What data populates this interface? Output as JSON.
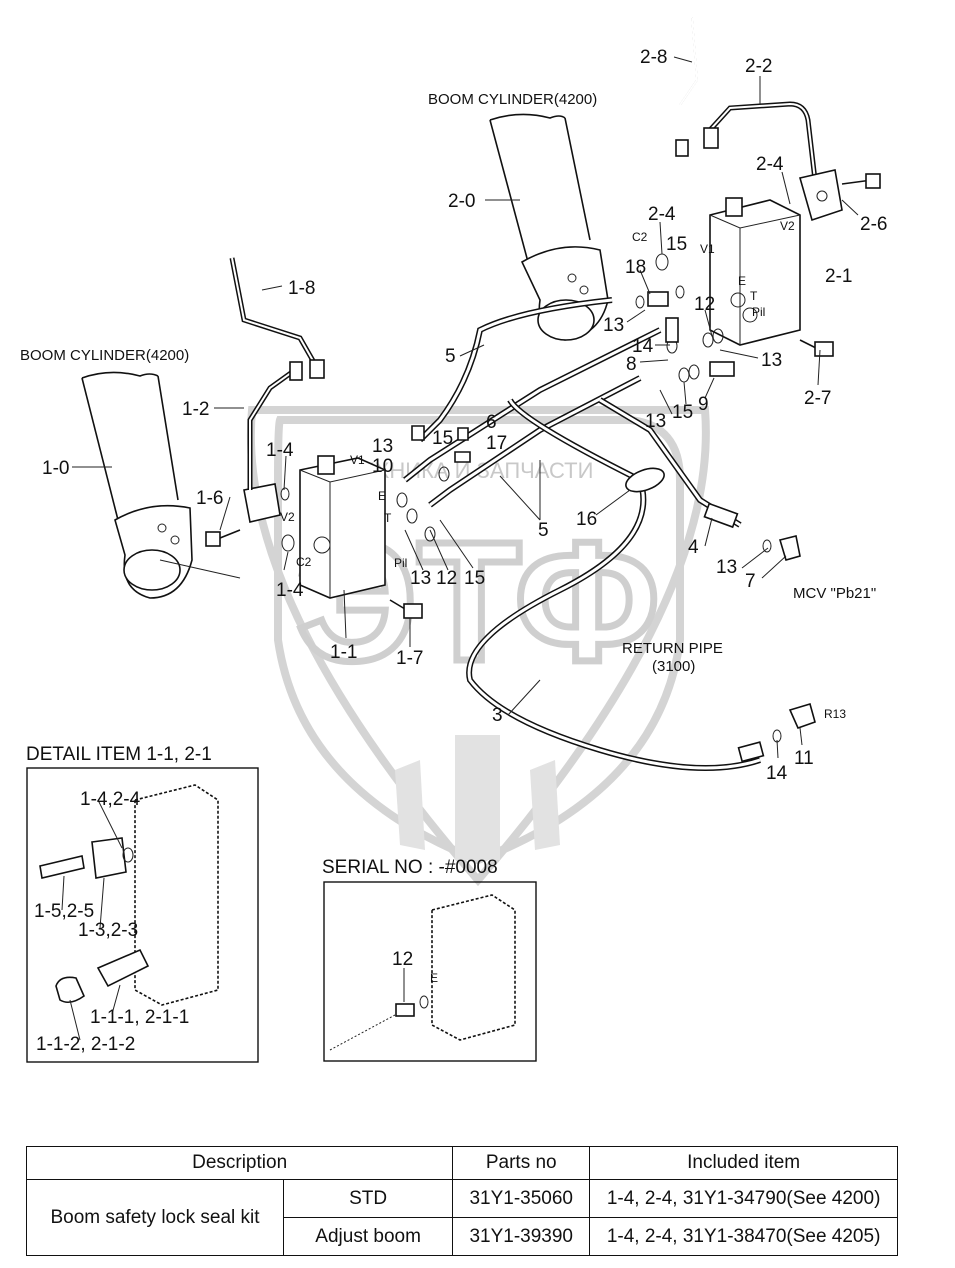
{
  "labels": {
    "boom_cylinder_top": "BOOM CYLINDER(4200)",
    "boom_cylinder_left": "BOOM CYLINDER(4200)",
    "p_2_8": "2-8",
    "p_2_2": "2-2",
    "p_2_4a": "2-4",
    "p_2_6": "2-6",
    "p_2_0": "2-0",
    "p_2_4b": "2-4",
    "p_15a": "15",
    "p_2_1": "2-1",
    "p_18": "18",
    "p_12a": "12",
    "p_13a": "13",
    "p_14a": "14",
    "p_8": "8",
    "p_13b": "13",
    "p_2_7": "2-7",
    "p_5a": "5",
    "p_13c": "13",
    "p_15b": "15",
    "p_9": "9",
    "p_1_8": "1-8",
    "p_1_2": "1-2",
    "p_6": "6",
    "p_15c": "15",
    "p_17": "17",
    "p_13d": "13",
    "p_10": "10",
    "p_1_4a": "1-4",
    "p_1_0": "1-0",
    "p_1_6": "1-6",
    "p_5b": "5",
    "p_16": "16",
    "p_4": "4",
    "p_13e": "13",
    "p_7": "7",
    "p_13f": "13",
    "p_12b": "12",
    "p_15d": "15",
    "p_1_4b": "1-4",
    "p_1_1": "1-1",
    "p_1_7": "1-7",
    "p_3": "3",
    "p_14b": "14",
    "p_11": "11",
    "mcv": "MCV \"Pb21\"",
    "return_pipe": "RETURN PIPE",
    "return_pipe_no": "(3100)",
    "r13": "R13",
    "port_c2a": "C2",
    "port_v1a": "V1",
    "port_v2a": "V2",
    "port_ea": "E",
    "port_ta": "T",
    "port_pila": "Pil",
    "port_c2b": "C2",
    "port_v1b": "V1",
    "port_v2b": "V2",
    "port_eb": "E",
    "port_tb": "T",
    "port_pilb": "Pil",
    "port_e_serial": "E"
  },
  "detail": {
    "title": "DETAIL ITEM 1-1, 2-1",
    "p_1_4_2_4": "1-4,2-4",
    "p_1_5_2_5": "1-5,2-5",
    "p_1_3_2_3": "1-3,2-3",
    "p_1_1_1": "1-1-1, 2-1-1",
    "p_1_1_2": "1-1-2, 2-1-2"
  },
  "serial": {
    "title": "SERIAL NO : -#0008",
    "p_12": "12"
  },
  "watermark": {
    "text": "ТЕХНИКА И ЗАПЧАСТИ",
    "logo": "ЭТФ"
  },
  "table": {
    "headers": [
      "Description",
      "Parts no",
      "Included item"
    ],
    "description": "Boom safety lock seal kit",
    "rows": [
      {
        "variant": "STD",
        "parts_no": "31Y1-35060",
        "included": "1-4, 2-4, 31Y1-34790(See 4200)"
      },
      {
        "variant": "Adjust boom",
        "parts_no": "31Y1-39390",
        "included": "1-4, 2-4, 31Y1-38470(See 4205)"
      }
    ]
  }
}
